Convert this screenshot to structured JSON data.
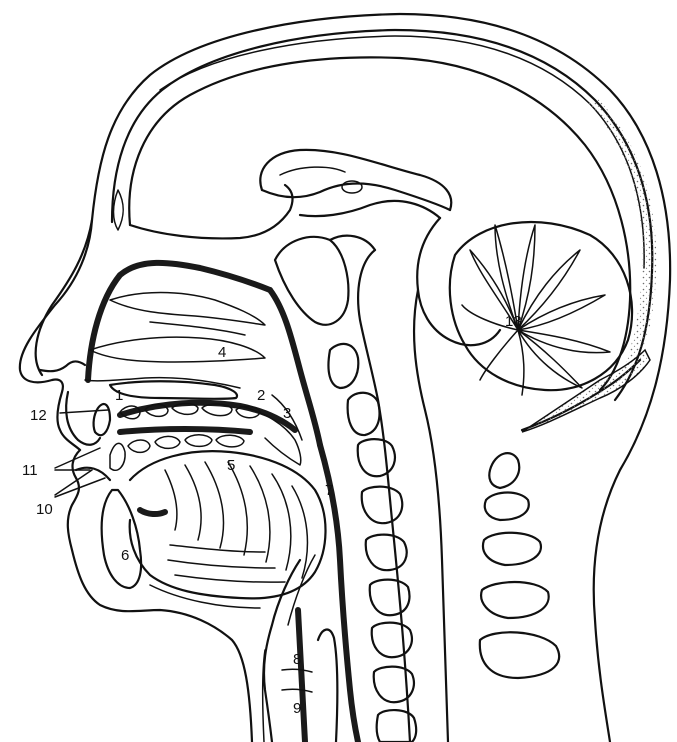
{
  "diagram": {
    "labels": [
      "1",
      "2",
      "3",
      "4",
      "5",
      "6",
      "7",
      "8",
      "9",
      "10",
      "11",
      "12",
      "13"
    ]
  },
  "colors": {
    "ink": "#111111",
    "paper": "#ffffff",
    "stipple": "#6d6d6d"
  }
}
